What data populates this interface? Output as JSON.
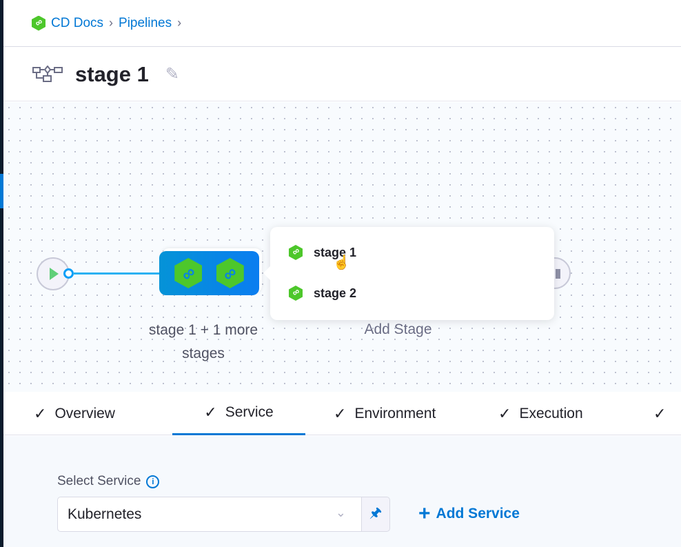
{
  "breadcrumb": {
    "items": [
      "CD Docs",
      "Pipelines"
    ]
  },
  "header": {
    "title": "stage 1"
  },
  "canvas": {
    "stage_group_label": "stage 1 + 1 more stages",
    "add_stage_label": "Add Stage",
    "popup_items": [
      "stage 1",
      "stage 2"
    ]
  },
  "tabs": [
    {
      "label": "Overview",
      "done": true
    },
    {
      "label": "Service",
      "done": true,
      "active": true
    },
    {
      "label": "Environment",
      "done": true
    },
    {
      "label": "Execution",
      "done": true
    },
    {
      "label": "",
      "done": true
    }
  ],
  "service": {
    "label": "Select Service",
    "selected": "Kubernetes",
    "add_label": "Add Service"
  },
  "colors": {
    "accent": "#0278d5",
    "stage_green": "#4dc72b",
    "stage_blue": "#0a7df0"
  }
}
